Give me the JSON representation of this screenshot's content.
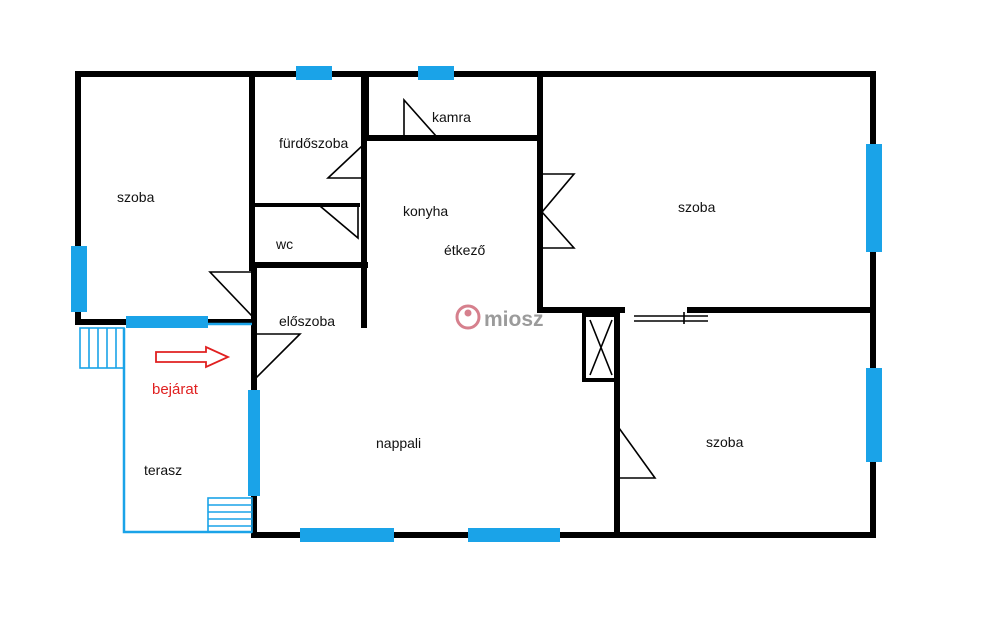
{
  "rooms": {
    "room_left": "szoba",
    "bathroom": "fürdőszoba",
    "pantry": "kamra",
    "room_top_right": "szoba",
    "wc": "wc",
    "kitchen": "konyha",
    "dining": "étkező",
    "hall": "előszoba",
    "room_bottom_right": "szoba",
    "living": "nappali",
    "terrace": "terasz"
  },
  "entrance": {
    "label": "bejárat"
  },
  "watermark": {
    "text": "miosz"
  },
  "colors": {
    "wall": "#000000",
    "window": "#1aa3e8",
    "terrace": "#1aa3e8",
    "entrance": "#e02020",
    "watermark": "#8a8a8a"
  }
}
